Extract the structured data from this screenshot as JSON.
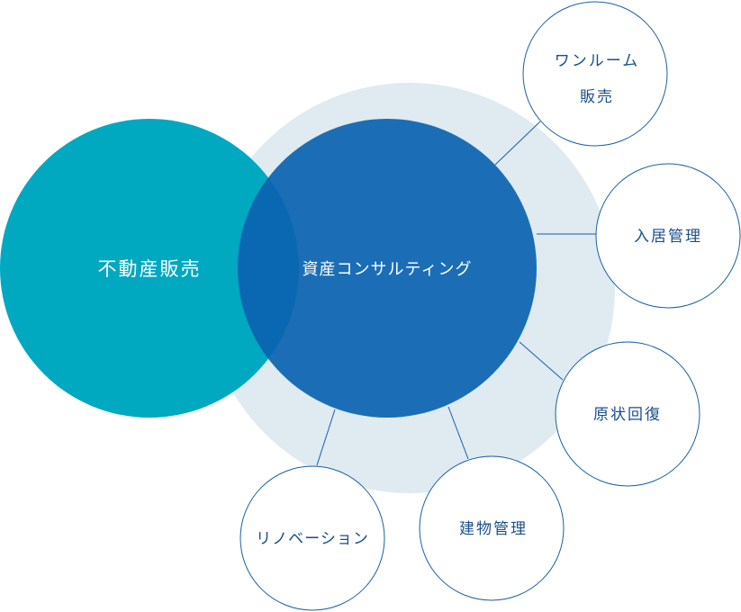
{
  "main": {
    "real_estate_sales": "不動産販売",
    "asset_consulting": "資産コンサルティング"
  },
  "services": {
    "one_room_sales_line1": "ワンルーム",
    "one_room_sales_line2": "販売",
    "tenant_management": "入居管理",
    "restoration": "原状回復",
    "building_management": "建物管理",
    "renovation": "リノベーション"
  },
  "colors": {
    "background_circle": "#dfeaf1",
    "real_estate_circle": "#00a8c0",
    "consulting_circle": "#0a63b0",
    "outline": "#1a5fa6",
    "service_text": "#1a4f8a"
  }
}
